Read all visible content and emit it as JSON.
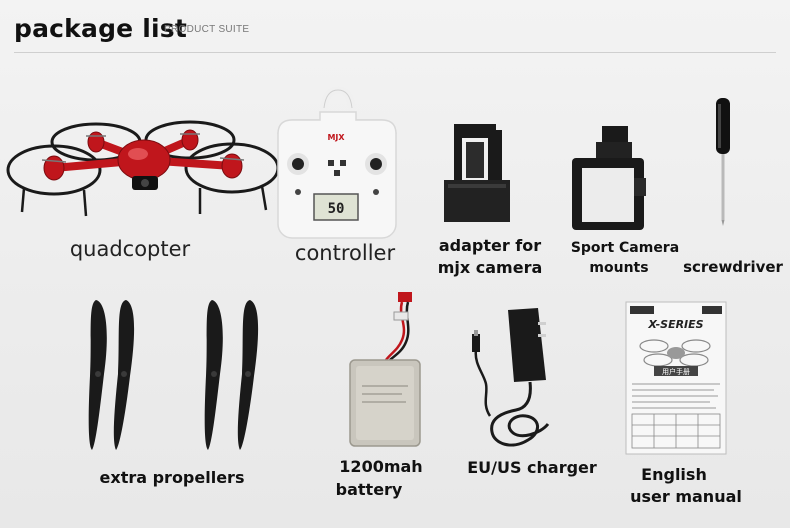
{
  "header": {
    "title": "package list",
    "subtitle": "PRODUCT SUITE"
  },
  "items": [
    {
      "label": "quadcopter"
    },
    {
      "label": "controller"
    },
    {
      "label_line1": "adapter for",
      "label_line2": "mjx camera"
    },
    {
      "label_line1": "Sport Camera",
      "label_line2": "mounts"
    },
    {
      "label": "screwdriver"
    },
    {
      "label": "extra propellers"
    },
    {
      "label_line1": "1200mah",
      "label_line2": "battery"
    },
    {
      "label": "EU/US charger"
    },
    {
      "label_line1": "English",
      "label_line2": "user manual"
    }
  ],
  "product_text": {
    "controller_brand": "MJX",
    "controller_display": "50",
    "manual_series": "X-SERIES",
    "manual_subtitle": "用户手册"
  },
  "colors": {
    "drone_red": "#c0161c",
    "plastic_black": "#1a1a1a",
    "controller_white": "#f7f7f7",
    "battery_silver": "#c9c6bd"
  }
}
